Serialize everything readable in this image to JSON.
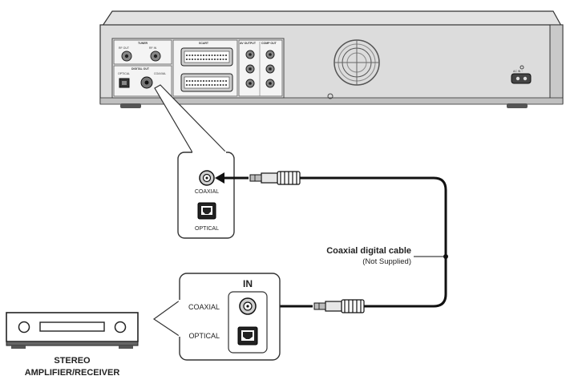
{
  "rear_panel": {
    "tuner_label": "TUNER",
    "rf_out_label": "RF OUT",
    "rf_in_label": "RF IN",
    "scart_label": "SCART",
    "av_output_label": "AV OUTPUT",
    "comp_out_label": "COMP OUT",
    "digital_out_label": "DIGITAL OUT",
    "optical_label": "OPTICAL",
    "coaxial_label": "COAXIAL",
    "ac_in_label": "AC IN ~"
  },
  "player_callout": {
    "coaxial_label": "COAXIAL",
    "optical_label": "OPTICAL"
  },
  "amp_callout": {
    "in_label": "IN",
    "coaxial_label": "COAXIAL",
    "optical_label": "OPTICAL"
  },
  "cable": {
    "name": "Coaxial digital cable",
    "note": "(Not Supplied)"
  },
  "amplifier": {
    "line1": "STEREO",
    "line2": "AMPLIFIER/RECEIVER"
  }
}
